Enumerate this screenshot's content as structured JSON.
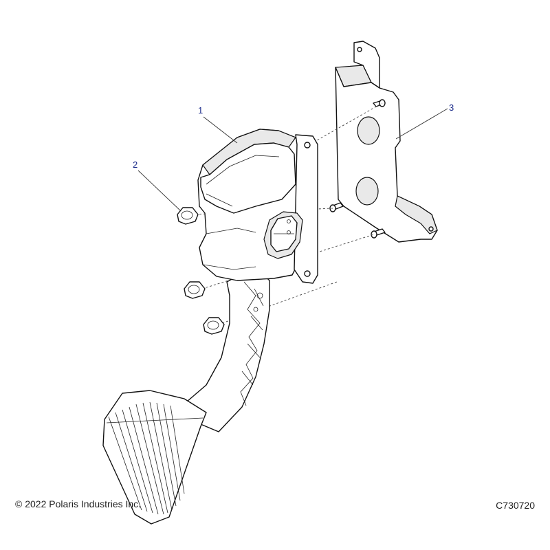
{
  "callouts": [
    {
      "id": 1,
      "label": "1"
    },
    {
      "id": 2,
      "label": "2"
    },
    {
      "id": 3,
      "label": "3"
    }
  ],
  "footer": {
    "copyright": "© 2022 Polaris Industries Inc.",
    "figure_code": "C730720"
  },
  "colors": {
    "callout_text": "#1a2a8a",
    "line": "#111111"
  }
}
